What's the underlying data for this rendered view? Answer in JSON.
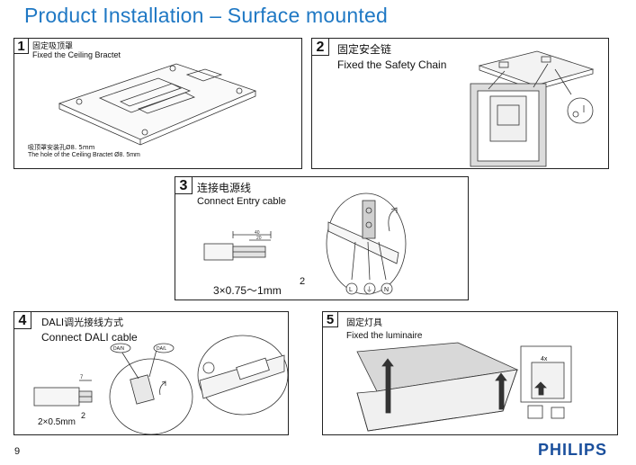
{
  "page": {
    "title": "Product Installation – Surface mounted",
    "page_number": "9",
    "logo": "PHILIPS"
  },
  "steps": [
    {
      "number": "1",
      "title_zh": "固定吸顶罩",
      "title_en": "Fixed the Ceiling Bractet",
      "note_zh": "吸顶罩安装孔Ø8. 5mm",
      "note_en": "The hole of the Ceiling Bractet Ø8. 5mm"
    },
    {
      "number": "2",
      "title_zh": "固定安全链",
      "title_en": "Fixed the Safety Chain"
    },
    {
      "number": "3",
      "title_zh": "连接电源线",
      "title_en": "Connect Entry cable",
      "spec": "3×0.75～1mm",
      "spec_sup": "2",
      "dim_40": "40",
      "dim_20": "20",
      "terminal_l": "L",
      "terminal_earth": "⏚",
      "terminal_n": "N"
    },
    {
      "number": "4",
      "title_zh": "DALI调光接线方式",
      "title_en": "Connect DALI cable",
      "spec": "2×0.5mm",
      "spec_sup": "2",
      "dim_7": "7",
      "tag_dan": "DA/N",
      "tag_dal": "DA/L"
    },
    {
      "number": "5",
      "title_zh": "固定灯具",
      "title_en": "Fixed the luminaire",
      "count": "4x"
    }
  ]
}
